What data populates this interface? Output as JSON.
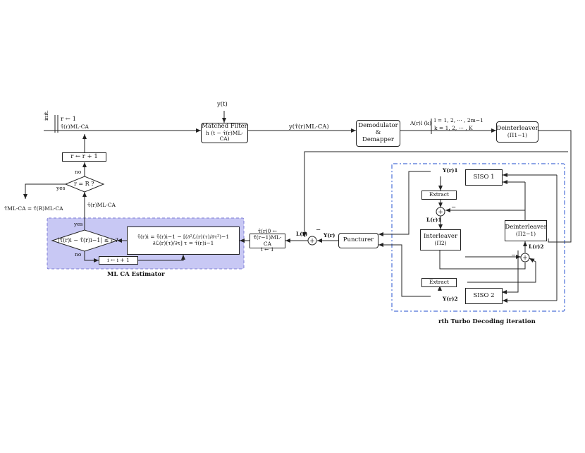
{
  "init": {
    "label": "init.",
    "line1": "r ← 1",
    "line2": "τ̂(r)ML-CA"
  },
  "input_signal": "y(t)",
  "matched_filter": {
    "line1": "Matched Filter",
    "line2": "h (t − τ̂(r)ML-CA)"
  },
  "mf_output": "y(τ̂(r)ML-CA)",
  "demodulator": {
    "line1": "Demodulator",
    "line2": "&",
    "line3": "Demapper"
  },
  "llr_output": {
    "lambda": "Λ(r)l (k)",
    "l_range": "l = 1, 2, ··· , 2m−1",
    "k_range": "k = 1, 2, ··· , K"
  },
  "deinterleaver_top": {
    "line1": "Deinterleaver",
    "line2": "(Π1−1)"
  },
  "r_update": "r ← r + 1",
  "r_check": {
    "condition": "r = R ?",
    "no": "no",
    "yes": "yes"
  },
  "final_output": {
    "line1": "τ̂ML-CA = τ̂(R)ML-CA"
  },
  "tau_to_estimator": "τ̂(r)ML-CA",
  "estimator": {
    "title": "ML CA Estimator",
    "convergence": "|τ̂(r)i − τ̂(r)i−1| ≤ ε ?",
    "yes": "yes",
    "no": "no",
    "increment": "i ← i + 1",
    "newton_update": "τ̂(r)i = τ̂(r)i−1 − [(∂²ℒ(r)(τ)/∂τ²)−1 ∂ℒ(r)(τ)/∂τ] τ = τ̂(r)i−1"
  },
  "init_estimator": {
    "line1": "τ̂(r)0 ← τ̂(r−1)ML-CA",
    "line2": "i ← 1"
  },
  "L_signal": "L(r)",
  "upsilon_signal": "Υ(r)",
  "minus_sign": "−",
  "plus_sign": "+",
  "puncturer": "Puncturer",
  "turbo": {
    "title": "rth Turbo Decoding iteration",
    "siso1": "SISO 1",
    "siso2": "SISO 2",
    "extract1": "Extract",
    "extract2": "Extract",
    "interleaver": {
      "line1": "Interleaver",
      "line2": "(Π2)"
    },
    "deinterleaver": {
      "line1": "Deinterleaver",
      "line2": "(Π2−1)"
    },
    "upsilon1": "Υ(r)1",
    "upsilon2": "Υ(r)2",
    "L1": "L(r)1",
    "L2": "L(r)2"
  },
  "colors": {
    "estimator_fill": "#c8c8f4",
    "estimator_border": "#7b7bd6",
    "turbo_border": "#4a6fd8"
  }
}
